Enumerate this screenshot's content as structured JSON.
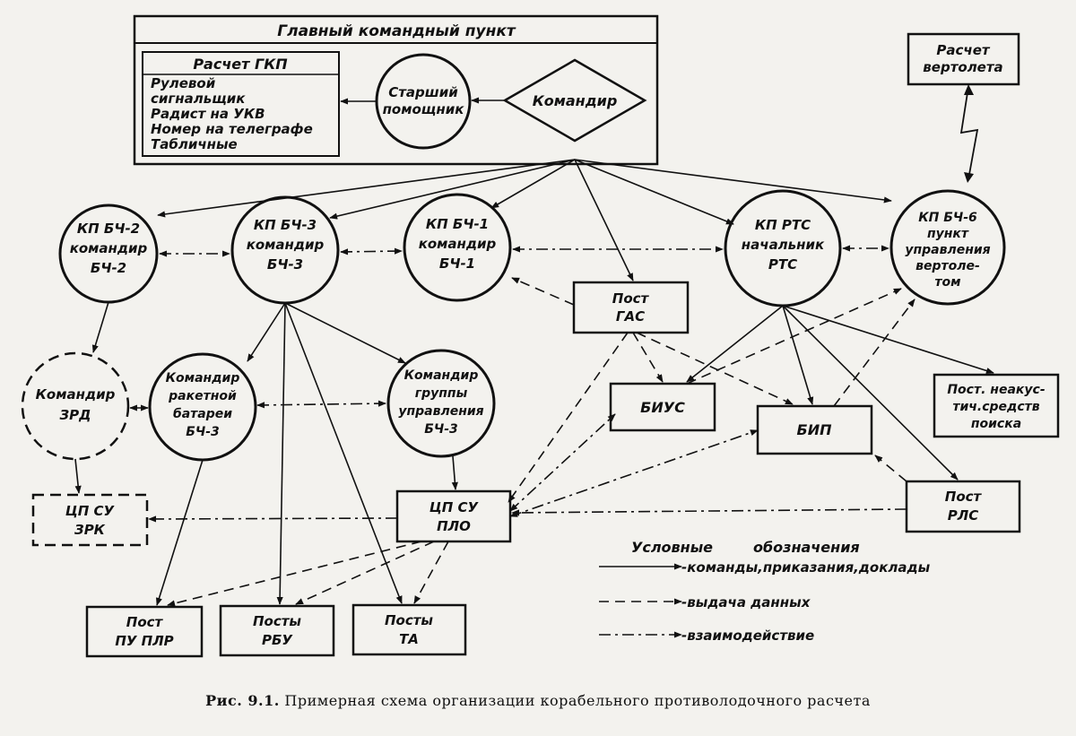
{
  "caption": {
    "number": "Рис. 9.1.",
    "text": "Примерная схема организации корабельного противолодочного расчета"
  },
  "gkp": {
    "title": "Главный командный пункт",
    "crew_title": "Расчет ГКП",
    "crew": [
      "Рулевой",
      "сигнальщик",
      "Радист на УКВ",
      "Номер на телеграфе",
      "Табличные"
    ],
    "senior_assistant": [
      "Старший",
      "помощник"
    ],
    "commander": "Командир"
  },
  "helicopter_crew": [
    "Расчет",
    "вертолета"
  ],
  "nodes": {
    "kp_bch2": [
      "КП БЧ-2",
      "командир",
      "БЧ-2"
    ],
    "kp_bch3": [
      "КП БЧ-3",
      "командир",
      "БЧ-3"
    ],
    "kp_bch1": [
      "КП БЧ-1",
      "командир",
      "БЧ-1"
    ],
    "kp_rts": [
      "КП РТС",
      "начальник",
      "РТС"
    ],
    "kp_bch6": [
      "КП БЧ-6",
      "пункт",
      "управления",
      "вертоле-",
      "том"
    ],
    "post_gas": [
      "Пост",
      "ГАС"
    ],
    "zrd_commander": [
      "Командир",
      "ЗРД"
    ],
    "rocket_battery": [
      "Командир",
      "ракетной",
      "батареи",
      "БЧ-3"
    ],
    "control_group": [
      "Командир",
      "группы",
      "управления",
      "БЧ-3"
    ],
    "biys": [
      "БИУС"
    ],
    "bip": [
      "БИП"
    ],
    "nonacoustic": [
      "Пост. неакус-",
      "тич.средств",
      "поиска"
    ],
    "cp_su_zrk": [
      "ЦП СУ",
      "ЗРК"
    ],
    "cp_su_plo": [
      "ЦП СУ",
      "ПЛО"
    ],
    "post_rls": [
      "Пост",
      "РЛС"
    ],
    "post_pu_plr": [
      "Пост",
      "ПУ ПЛР"
    ],
    "posts_rbu": [
      "Посты",
      "РБУ"
    ],
    "posts_ta": [
      "Посты",
      "ТА"
    ]
  },
  "legend": {
    "title": [
      "Условные",
      "обозначения"
    ],
    "items": [
      {
        "style": "solid",
        "label": "-команды,приказания,доклады"
      },
      {
        "style": "dashed",
        "label": "-выдача данных"
      },
      {
        "style": "dashdot",
        "label": "-взаимодействие"
      }
    ]
  }
}
